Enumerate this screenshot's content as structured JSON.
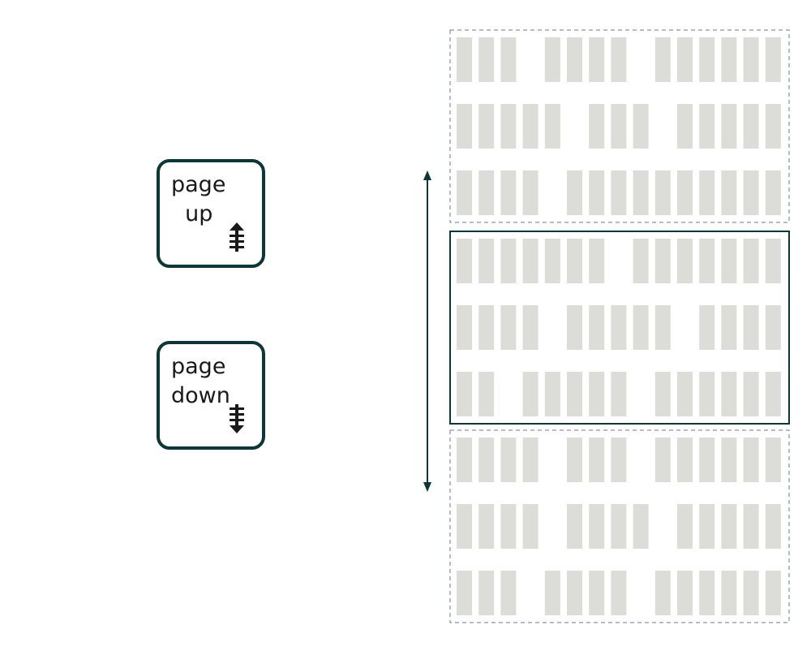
{
  "keys": {
    "page_up": {
      "label": "page\n  up",
      "icon": "page-up-icon"
    },
    "page_down": {
      "label": "page\ndown",
      "icon": "page-down-icon"
    }
  },
  "colors": {
    "outline": "#0e3636",
    "dashed": "#6b7f7f",
    "block": "#dcddd9",
    "icon": "#1a1a1a"
  },
  "document": {
    "pages": [
      {
        "state": "previous",
        "rows": [
          [
            3,
            4,
            6
          ],
          [
            5,
            3,
            5
          ],
          [
            4,
            10
          ]
        ]
      },
      {
        "state": "current",
        "rows": [
          [
            7,
            7
          ],
          [
            4,
            5,
            4
          ],
          [
            2,
            5,
            6
          ]
        ]
      },
      {
        "state": "next",
        "rows": [
          [
            4,
            3,
            6
          ],
          [
            4,
            4,
            5
          ],
          [
            3,
            4,
            6
          ]
        ]
      }
    ]
  }
}
